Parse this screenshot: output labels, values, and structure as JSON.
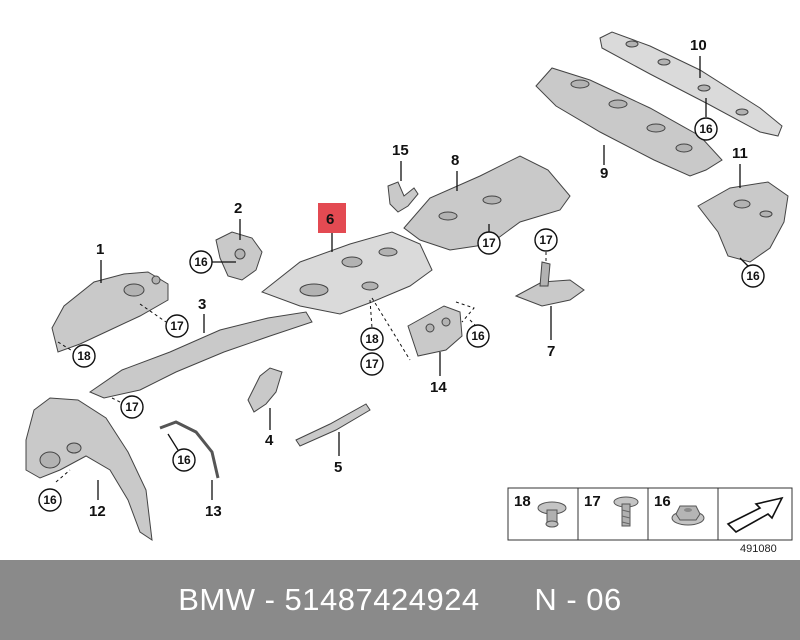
{
  "callouts": {
    "c1": "1",
    "c2": "2",
    "c3": "3",
    "c4": "4",
    "c5": "5",
    "c6": "6",
    "c7": "7",
    "c8": "8",
    "c9": "9",
    "c10": "10",
    "c11": "11",
    "c12": "12",
    "c13": "13",
    "c14": "14",
    "c15": "15",
    "c16": "16",
    "c17": "17",
    "c18": "18"
  },
  "highlight_color": "#e34a52",
  "legend": {
    "items": [
      {
        "label": "18",
        "icon": "push-clip-icon"
      },
      {
        "label": "17",
        "icon": "screw-icon"
      },
      {
        "label": "16",
        "icon": "hex-nut-icon"
      }
    ],
    "arrow_icon": "front-direction-arrow-icon"
  },
  "diagram_number": "491080",
  "footer": {
    "brand": "BMW",
    "part_number": "51487424924",
    "page": "N - 06",
    "text": "BMW - 51487424924      N - 06"
  }
}
